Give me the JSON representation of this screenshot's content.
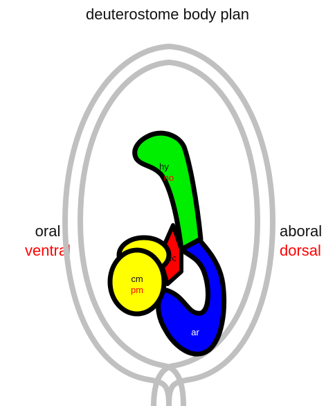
{
  "title": "deuterostome body plan",
  "left_labels": {
    "top": "oral",
    "bottom": "ventral"
  },
  "right_labels": {
    "top": "aboral",
    "bottom": "dorsal"
  },
  "regions": {
    "hy": {
      "label": "hy",
      "sublabel": "no",
      "color": "#00ee00"
    },
    "ec": {
      "label": "ec",
      "color": "#ff0000"
    },
    "cm": {
      "label": "cm",
      "sublabel": "pm",
      "color": "#ffff00"
    },
    "ar": {
      "label": "ar",
      "color": "#0000ff"
    }
  },
  "colors": {
    "outline": "#000000",
    "body_wall": "#c0c0c0",
    "label_black": "#111111",
    "label_red": "#ff0000",
    "label_white": "#ffffff"
  }
}
